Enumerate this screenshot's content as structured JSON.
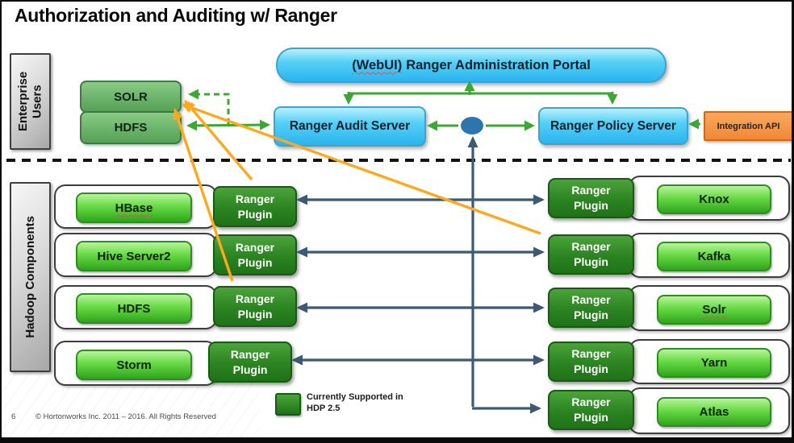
{
  "title": "Authorization and Auditing w/ Ranger",
  "sidebar": {
    "enterprise_label": "Enterprise Users",
    "hadoop_label": "Hadoop Components"
  },
  "portal": {
    "webui": "(WebUI)",
    "label": "Ranger Administration Portal"
  },
  "servers": {
    "audit": "Ranger Audit Server",
    "policy": "Ranger Policy Server",
    "integration": "Integration API"
  },
  "audit_stores": [
    {
      "label": "SOLR"
    },
    {
      "label": "HDFS"
    }
  ],
  "left_rows": [
    {
      "component": "HBase",
      "plugin": "Ranger Plugin"
    },
    {
      "component": "Hive Server2",
      "plugin": "Ranger Plugin"
    },
    {
      "component": "HDFS",
      "plugin": "Ranger Plugin"
    },
    {
      "component": "Storm",
      "plugin": "Ranger Plugin"
    }
  ],
  "right_rows": [
    {
      "component": "Knox",
      "plugin": "Ranger Plugin"
    },
    {
      "component": "Kafka",
      "plugin": "Ranger Plugin"
    },
    {
      "component": "Solr",
      "plugin": "Ranger Plugin"
    },
    {
      "component": "Yarn",
      "plugin": "Ranger Plugin"
    },
    {
      "component": "Atlas",
      "plugin": "Ranger Plugin"
    }
  ],
  "legend": {
    "line1": "Currently Supported in",
    "line2": "HDP 2.5"
  },
  "footer": {
    "page": "6",
    "copyright": "© Hortonworks Inc. 2011 – 2016. All Rights Reserved"
  },
  "connections": [
    "portal <-> audit server & policy server",
    "hub <-> audit server, hub <-> policy server",
    "integration api -> policy server",
    "audit server -> SOLR (dashed) and HDFS",
    "plugins <-> policy hub (slate lines)",
    "plugins -> SOLR/HDFS audit (orange lines)"
  ],
  "colors": {
    "cyan": "#2ab4ee",
    "medium_green": "#68b168",
    "bright_green": "#66d944",
    "dark_green": "#2c8321",
    "orange_box": "#f18836",
    "arrow_green": "#3aa832",
    "arrow_slate": "#3d5a75",
    "arrow_orange": "#ffa820",
    "sidebar_gray": "#c9c9c9"
  }
}
